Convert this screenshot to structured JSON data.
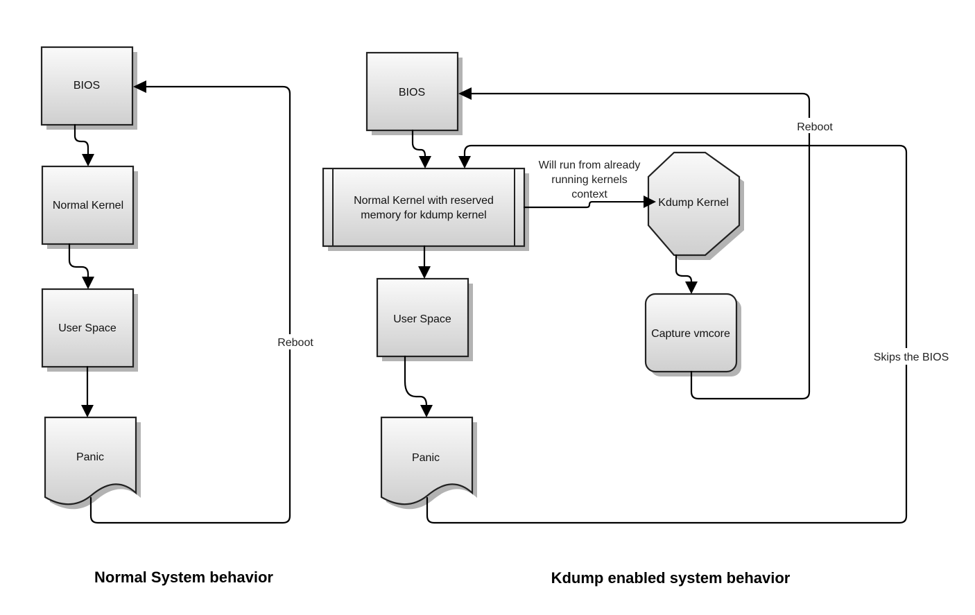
{
  "colors": {
    "box_fill_top": "#fafafa",
    "box_fill_bottom": "#cfcfcf",
    "stroke": "#222222",
    "shadow": "#b3b3b3"
  },
  "normal": {
    "bios": "BIOS",
    "kernel": "Normal Kernel",
    "user_space": "User Space",
    "panic": "Panic",
    "reboot": "Reboot",
    "caption": "Normal System behavior"
  },
  "kdump": {
    "bios": "BIOS",
    "kernel_line1": "Normal Kernel with reserved",
    "kernel_line2": "memory for kdump kernel",
    "user_space": "User Space",
    "panic": "Panic",
    "kdump_kernel": "Kdump Kernel",
    "capture": "Capture vmcore",
    "run_note_line1": "Will run from already",
    "run_note_line2": "running kernels",
    "run_note_line3": "context",
    "reboot": "Reboot",
    "skips": "Skips the BIOS",
    "caption": "Kdump enabled system behavior"
  }
}
